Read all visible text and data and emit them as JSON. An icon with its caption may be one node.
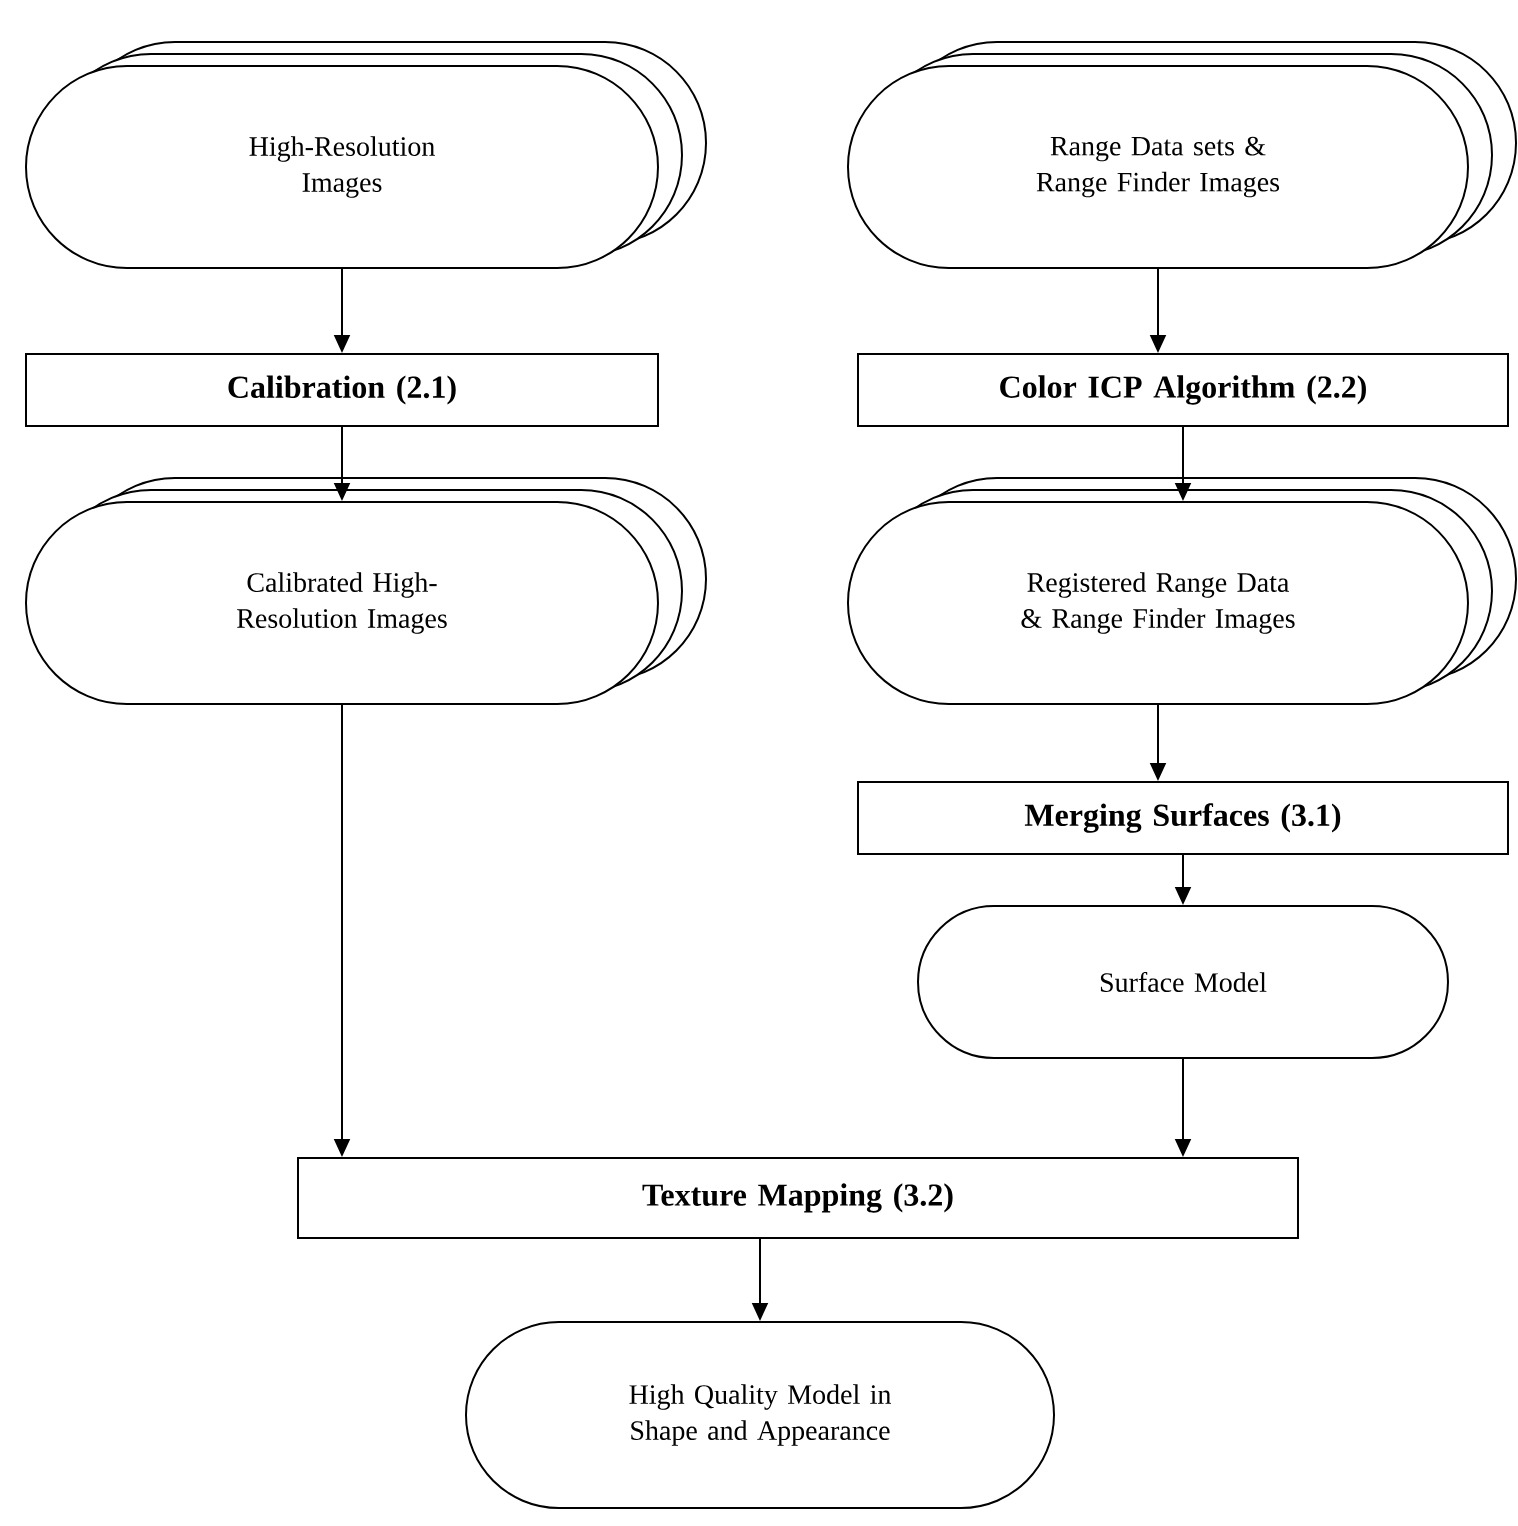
{
  "diagram": {
    "nodes": [
      {
        "text": [
          "High-Resolution Images"
        ]
      },
      {
        "text": [
          "Calibration (2.1)"
        ]
      },
      {
        "text": [
          "Calibrated High-Resolution Images"
        ]
      },
      {
        "text": [
          "Range Data sets & Range Finder Images"
        ]
      },
      {
        "text": [
          "Color ICP Algorithm (2.2)"
        ]
      },
      {
        "text": [
          "Registered Range Data & Range Finder Images"
        ]
      },
      {
        "text": [
          "Merging Surfaces (3.1)"
        ]
      },
      {
        "text": [
          "Surface Model"
        ]
      },
      {
        "text": [
          "Texture Mapping (3.2)"
        ]
      },
      {
        "text": [
          "High Quality Model in Shape and Appearance"
        ]
      }
    ],
    "edges": [
      {
        "from": 0,
        "to": 1,
        "arrow": "to"
      },
      {
        "from": 1,
        "to": 2,
        "arrow": "to"
      },
      {
        "from": 3,
        "to": 4,
        "arrow": "to"
      },
      {
        "from": 4,
        "to": 5,
        "arrow": "to"
      },
      {
        "from": 5,
        "to": 6,
        "arrow": "to"
      },
      {
        "from": 6,
        "to": 7,
        "arrow": "to"
      },
      {
        "from": 2,
        "to": 8,
        "arrow": "to"
      },
      {
        "from": 7,
        "to": 8,
        "arrow": "to"
      },
      {
        "from": 8,
        "to": 9,
        "arrow": "to"
      }
    ]
  }
}
